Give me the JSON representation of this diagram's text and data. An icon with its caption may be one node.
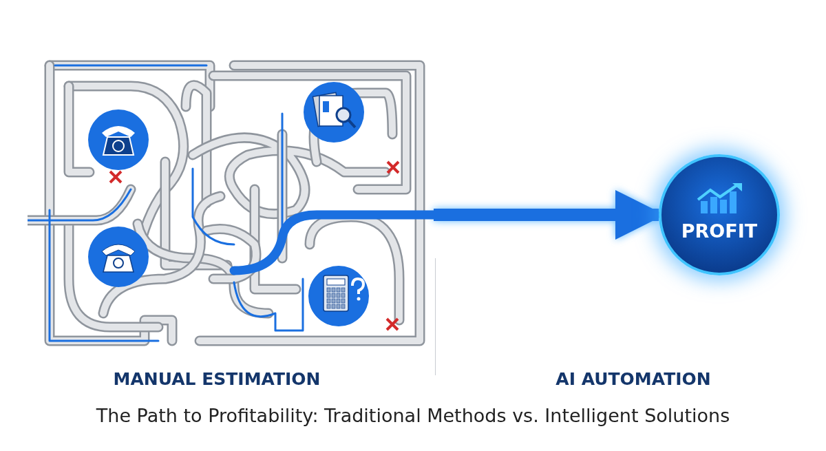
{
  "diagram": {
    "caption": "The Path to Profitability: Traditional Methods vs. Intelligent Solutions",
    "nodes": [
      {
        "text": [],
        "shape": "picture"
      },
      {
        "text": [
          "PROFIT"
        ]
      }
    ],
    "edges": [
      {
        "from": 0,
        "to": 1,
        "arrow": "to"
      }
    ],
    "labels": [
      "MANUAL ESTIMATION",
      "AI AUTOMATION"
    ]
  }
}
